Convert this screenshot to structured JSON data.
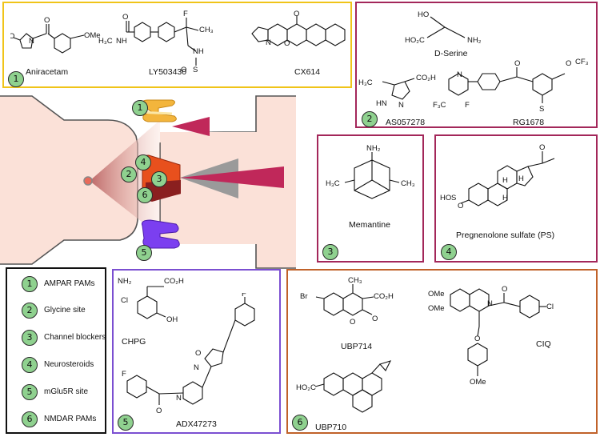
{
  "colors": {
    "ampar_box": "#f0c419",
    "glycine_box": "#a3275a",
    "mglu_box": "#7b4fd1",
    "pam_box": "#c0622a",
    "legend_box": "#111111",
    "synapse_fill": "#fbe1d8",
    "badge_fill": "#8fd18f",
    "cone_crimson": "#c0285a",
    "cone_grey": "#9a9a9a",
    "receptor_yellow": "#f3b53c",
    "receptor_red": "#e8501d",
    "receptor_purple": "#7b3ff0"
  },
  "panels": {
    "ampar": {
      "badge": "1",
      "compounds": [
        "Aniracetam",
        "LY503430",
        "CX614"
      ]
    },
    "glycine": {
      "badge": "2",
      "compounds": [
        "D-Serine",
        "AS057278",
        "RG1678"
      ]
    },
    "channel": {
      "badge": "3",
      "compounds": [
        "Memantine"
      ]
    },
    "neurosteroid": {
      "badge": "4",
      "compounds": [
        "Pregnenolone sulfate (PS)"
      ]
    },
    "mglu": {
      "badge": "5",
      "compounds": [
        "CHPG",
        "ADX47273"
      ]
    },
    "pam": {
      "badge": "6",
      "compounds": [
        "UBP714",
        "CIQ",
        "UBP710"
      ]
    }
  },
  "legend": [
    {
      "num": "1",
      "label": "AMPAR PAMs"
    },
    {
      "num": "2",
      "label": "Glycine site"
    },
    {
      "num": "3",
      "label": "Channel blockers"
    },
    {
      "num": "4",
      "label": "Neurosteroids"
    },
    {
      "num": "5",
      "label": "mGlu5R site"
    },
    {
      "num": "6",
      "label": "NMDAR PAMs"
    }
  ],
  "synapse_badges": [
    "1",
    "4",
    "2",
    "3",
    "6",
    "5"
  ],
  "atoms": {
    "ome": "OMe",
    "o": "O",
    "n": "N",
    "nh": "NH",
    "f": "F",
    "s": "S",
    "me_nh": "H₃C",
    "h3c": "H₃C",
    "ch3": "CH₃",
    "ho": "HO",
    "nh2": "NH₂",
    "co2h": "CO₂H",
    "ho2c": "HO₂C",
    "cf3": "CF₃",
    "f3c": "F₃C",
    "hn": "HN",
    "cl": "Cl",
    "oh": "OH",
    "br": "Br",
    "so3": "HO",
    "h": "H"
  }
}
